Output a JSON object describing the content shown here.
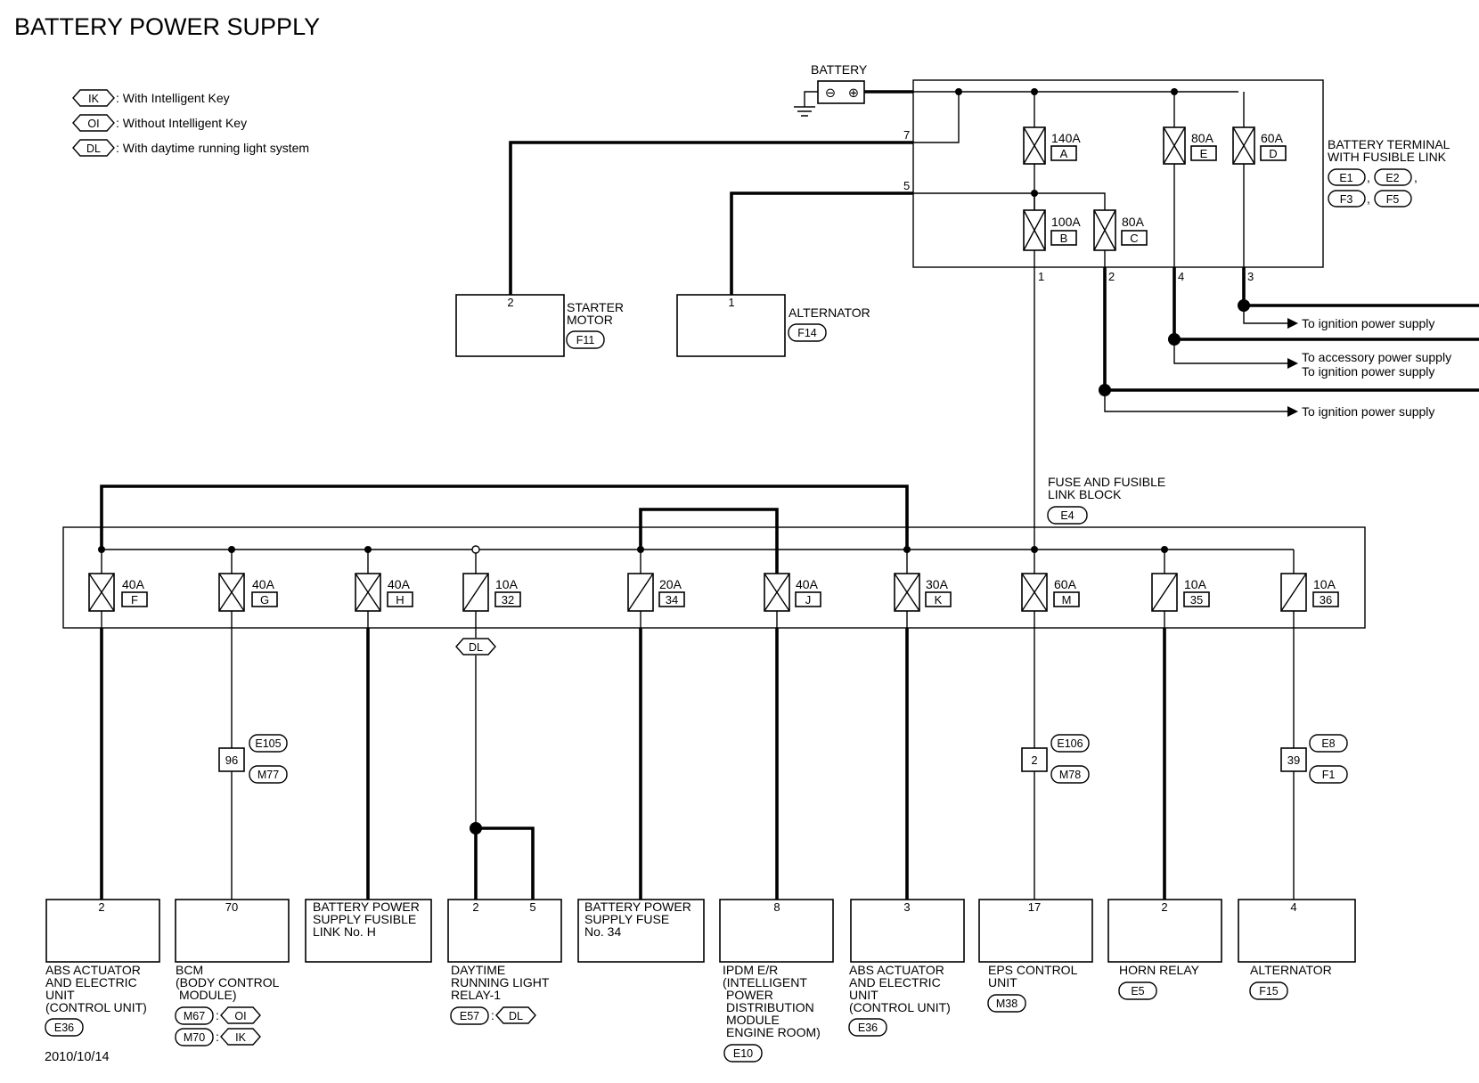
{
  "title": "BATTERY POWER SUPPLY",
  "legend": [
    {
      "symbol": "IK",
      "text": ": With Intelligent Key"
    },
    {
      "symbol": "OI",
      "text": ": Without Intelligent Key"
    },
    {
      "symbol": "DL",
      "text": ": With daytime running light system"
    }
  ],
  "battery": {
    "label": "BATTERY",
    "neg": "⊖",
    "pos": "⊕"
  },
  "battery_terminal": {
    "label_line1": "BATTERY TERMINAL",
    "label_line2": "WITH FUSIBLE LINK",
    "connectors": [
      "E1",
      "E2",
      "F3",
      "F5"
    ],
    "fuses": [
      {
        "rating": "140A",
        "id": "A"
      },
      {
        "rating": "80A",
        "id": "E"
      },
      {
        "rating": "60A",
        "id": "D"
      },
      {
        "rating": "100A",
        "id": "B"
      },
      {
        "rating": "80A",
        "id": "C"
      }
    ],
    "pins": {
      "p7": "7",
      "p5": "5",
      "p1": "1",
      "p2": "2",
      "p4": "4",
      "p3": "3"
    }
  },
  "starter": {
    "pin": "2",
    "line1": "STARTER",
    "line2": "MOTOR",
    "connector": "F11"
  },
  "alternator_top": {
    "pin": "1",
    "label": "ALTERNATOR",
    "connector": "F14"
  },
  "outputs": {
    "o1": "To ignition power supply",
    "o2a": "To accessory power supply",
    "o2b": "To ignition power supply",
    "o3": "To ignition power supply"
  },
  "fuse_block": {
    "line1": "FUSE AND FUSIBLE",
    "line2": "LINK BLOCK",
    "connector": "E4"
  },
  "block_fuses": [
    {
      "rating": "40A",
      "id": "F"
    },
    {
      "rating": "40A",
      "id": "G"
    },
    {
      "rating": "40A",
      "id": "H"
    },
    {
      "rating": "10A",
      "id": "32"
    },
    {
      "rating": "20A",
      "id": "34"
    },
    {
      "rating": "40A",
      "id": "J"
    },
    {
      "rating": "30A",
      "id": "K"
    },
    {
      "rating": "60A",
      "id": "M"
    },
    {
      "rating": "10A",
      "id": "35"
    },
    {
      "rating": "10A",
      "id": "36"
    }
  ],
  "dl_tag": "DL",
  "inline_connectors": {
    "g": {
      "pin": "96",
      "c1": "E105",
      "c2": "M77"
    },
    "m": {
      "pin": "2",
      "c1": "E106",
      "c2": "M78"
    },
    "r": {
      "pin": "39",
      "c1": "E8",
      "c2": "F1"
    }
  },
  "components": {
    "abs1": {
      "pin": "2",
      "lines": [
        "ABS ACTUATOR",
        "AND ELECTRIC",
        "UNIT",
        "(CONTROL UNIT)"
      ],
      "connector": "E36"
    },
    "bcm": {
      "pin": "70",
      "lines": [
        "BCM",
        "(BODY CONTROL",
        "MODULE)"
      ],
      "c1": "M67",
      "t1": "OI",
      "c2": "M70",
      "t2": "IK"
    },
    "bpsfl": {
      "lines": [
        "BATTERY POWER",
        "SUPPLY FUSIBLE",
        "LINK No. H"
      ]
    },
    "drl": {
      "pin1": "2",
      "pin2": "5",
      "lines": [
        "DAYTIME",
        "RUNNING LIGHT",
        "RELAY-1"
      ],
      "connector": "E57",
      "tag": "DL"
    },
    "bpsf": {
      "lines": [
        "BATTERY POWER",
        "SUPPLY FUSE",
        "No. 34"
      ]
    },
    "ipdm": {
      "pin": "8",
      "lines": [
        "IPDM E/R",
        "(INTELLIGENT",
        "POWER",
        "DISTRIBUTION",
        "MODULE",
        "ENGINE ROOM)"
      ],
      "connector": "E10"
    },
    "abs2": {
      "pin": "3",
      "lines": [
        "ABS ACTUATOR",
        "AND ELECTRIC",
        "UNIT",
        "(CONTROL UNIT)"
      ],
      "connector": "E36"
    },
    "eps": {
      "pin": "17",
      "lines": [
        "EPS CONTROL",
        "UNIT"
      ],
      "connector": "M38"
    },
    "horn": {
      "pin": "2",
      "lines": [
        "HORN RELAY"
      ],
      "connector": "E5"
    },
    "alt2": {
      "pin": "4",
      "lines": [
        "ALTERNATOR"
      ],
      "connector": "F15"
    }
  },
  "date": "2010/10/14"
}
